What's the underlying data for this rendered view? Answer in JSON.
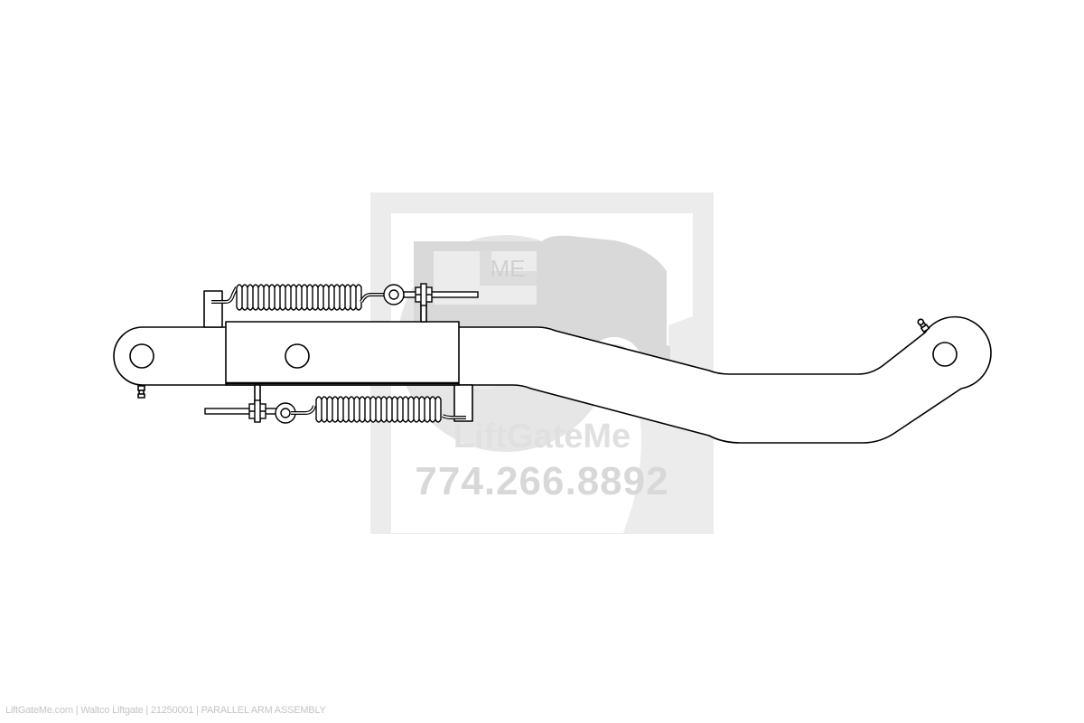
{
  "diagram": {
    "title": "PARALLEL ARM ASSEMBLY",
    "part_number": "21250001",
    "manufacturer": "Waltco Liftgate",
    "components": [
      {
        "name": "parallel-arm",
        "description": "Bent parallel arm with pivot eyes at both ends"
      },
      {
        "name": "spring-housing-block",
        "description": "Rectangular sleeve block with center pivot hole"
      },
      {
        "name": "upper-extension-spring",
        "description": "Coiled extension spring above block with eye bolt and nut"
      },
      {
        "name": "lower-extension-spring",
        "description": "Coiled extension spring below block with eye bolt and nut"
      },
      {
        "name": "grease-fitting-left",
        "description": "Grease zerk at left pivot eye"
      },
      {
        "name": "grease-fitting-right",
        "description": "Grease zerk at right pivot eye"
      }
    ],
    "line_color": "#000000",
    "fill_color": "#ffffff"
  },
  "watermark": {
    "logo_text": "ME",
    "brand": "LiftGateMe",
    "phone": "774.266.8892",
    "bg_color": "#ececec",
    "logo_color": "#d6d6d6"
  },
  "footer": {
    "caption": "LiftGateMe.com | Waltco Liftgate | 21250001 | PARALLEL ARM ASSEMBLY"
  }
}
